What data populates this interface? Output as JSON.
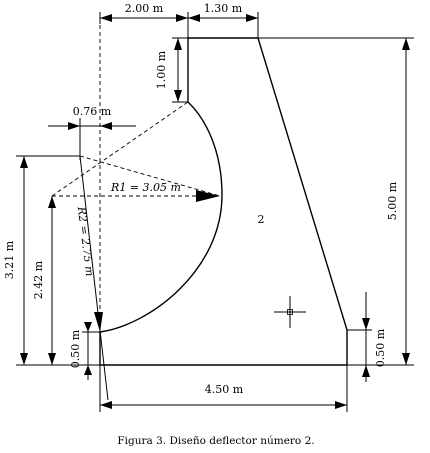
{
  "diagram": {
    "dimensions": {
      "top_left": "2.00 m",
      "top_right": "1.30 m",
      "upper_vertical": "1.00 m",
      "offset": "0.76 m",
      "height_right": "5.00 m",
      "height_321": "3.21 m",
      "height_242": "2.42 m",
      "bottom_left": "0.50 m",
      "bottom_right": "0.50 m",
      "base_width": "4.50 m"
    },
    "radius_labels": {
      "r1": "R1 = 3.05 m",
      "r2": "R2 = 2.75 m"
    },
    "region_label": "2",
    "caption": "Figura 3. Diseño deflector número 2."
  }
}
